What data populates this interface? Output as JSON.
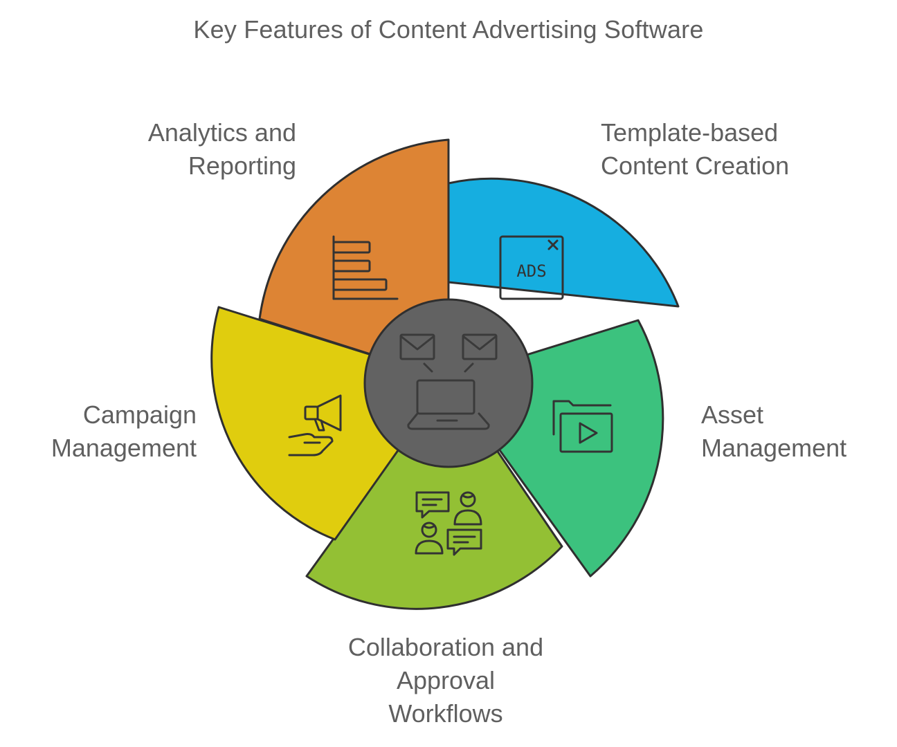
{
  "title": "Key Features of Content Advertising Software",
  "features": [
    {
      "id": "template",
      "lines": [
        "Template-based",
        "Content Creation"
      ],
      "color": "#16aee0",
      "icon": "ads-window-icon",
      "icon_text": "ADS"
    },
    {
      "id": "asset",
      "lines": [
        "Asset",
        "Management"
      ],
      "color": "#3cc27e",
      "icon": "video-folder-icon"
    },
    {
      "id": "collab",
      "lines": [
        "Collaboration and",
        "Approval",
        "Workflows"
      ],
      "color": "#93c034",
      "icon": "chat-people-icon"
    },
    {
      "id": "campaign",
      "lines": [
        "Campaign",
        "Management"
      ],
      "color": "#e0cd0e",
      "icon": "megaphone-hand-icon"
    },
    {
      "id": "analytics",
      "lines": [
        "Analytics and",
        "Reporting"
      ],
      "color": "#dd8434",
      "icon": "bar-chart-icon"
    }
  ],
  "center": {
    "color": "#626262",
    "icon": "laptop-email-icon"
  }
}
